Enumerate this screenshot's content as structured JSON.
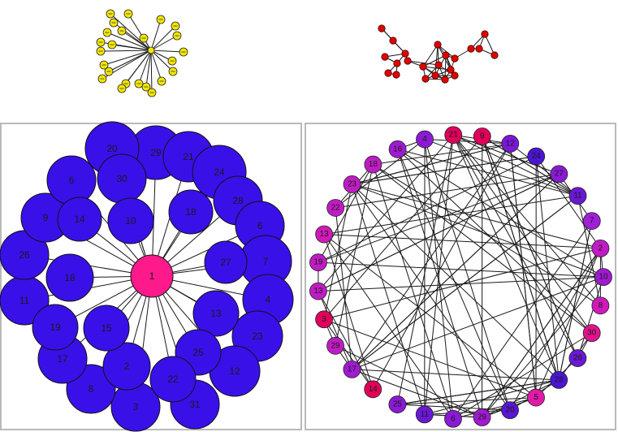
{
  "top_left_star": {
    "hub": "",
    "leaf_count": 24,
    "node_color": "#f2e600"
  },
  "top_right_graph": {
    "node_color": "#e00000"
  },
  "bottom_left_star": {
    "hub_label": "1",
    "hub_color": "#ff1a8c",
    "leaf_color": "#3a10e8",
    "leaves": [
      "29",
      "21",
      "24",
      "28",
      "6",
      "7",
      "4",
      "23",
      "12",
      "31",
      "3",
      "8",
      "17",
      "11",
      "26",
      "9",
      "6",
      "20",
      "30",
      "10",
      "18",
      "27",
      "13",
      "25",
      "22",
      "2",
      "15",
      "19",
      "14",
      "18"
    ]
  },
  "bottom_right_circle": {
    "labels": [
      "21",
      "9",
      "12",
      "24",
      "27",
      "11",
      "7",
      "2",
      "10",
      "8",
      "30",
      "26",
      "28",
      "5",
      "20",
      "29",
      "6",
      "11",
      "25",
      "14",
      "17",
      "29",
      "3",
      "13",
      "19",
      "13",
      "22",
      "23",
      "18",
      "16",
      "4"
    ],
    "colors": [
      "#e0005a",
      "#e0005a",
      "#7a18d6",
      "#4a16d2",
      "#8a1ad4",
      "#6a18d4",
      "#a020d8",
      "#c01cc4",
      "#a01ad0",
      "#d01ab8",
      "#e0148c",
      "#6a18d4",
      "#4a16d2",
      "#e01aa8",
      "#5a16d0",
      "#a01ad0",
      "#8a1ad4",
      "#6a18d4",
      "#8a1ad4",
      "#e0005a",
      "#a01ad0",
      "#c01cc4",
      "#e0005a",
      "#c01cc4",
      "#c01cc4",
      "#d01ab8",
      "#c01cc4",
      "#c01cc4",
      "#c01cc4",
      "#a01ad0",
      "#8a1ad4"
    ]
  }
}
